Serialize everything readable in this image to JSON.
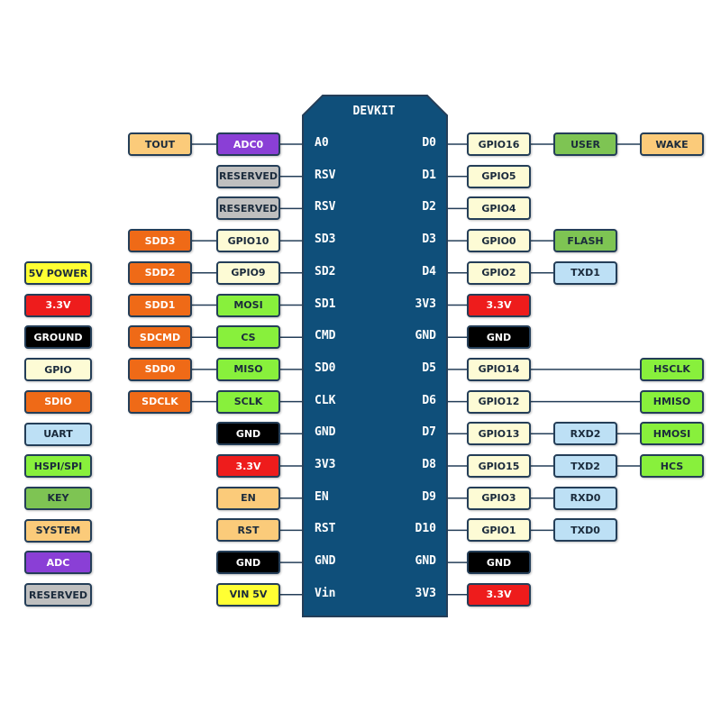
{
  "colors": {
    "power_5v": "#ffff33",
    "power_3v3": "#ee1c1c",
    "ground": "#000000",
    "gpio": "#fdfbd5",
    "sdio": "#ef6a17",
    "uart": "#bde0f5",
    "hspi": "#88f03c",
    "key": "#7ec453",
    "system": "#fbcb7a",
    "adc": "#8a3fd6",
    "reserved": "#bfbfbf",
    "board": "#0f4f7a",
    "border": "#243e58"
  },
  "board": {
    "title": "DEVKIT"
  },
  "legend": [
    {
      "label": "5V POWER",
      "type": "power_5v"
    },
    {
      "label": "3.3V",
      "type": "power_3v3"
    },
    {
      "label": "GROUND",
      "type": "ground"
    },
    {
      "label": "GPIO",
      "type": "gpio"
    },
    {
      "label": "SDIO",
      "type": "sdio"
    },
    {
      "label": "UART",
      "type": "uart"
    },
    {
      "label": "HSPI/SPI",
      "type": "hspi"
    },
    {
      "label": "KEY",
      "type": "key"
    },
    {
      "label": "SYSTEM",
      "type": "system"
    },
    {
      "label": "ADC",
      "type": "adc"
    },
    {
      "label": "RESERVED",
      "type": "reserved"
    }
  ],
  "left_pins": [
    {
      "pin": "A0",
      "labels": [
        {
          "text": "TOUT",
          "type": "system"
        },
        {
          "text": "ADC0",
          "type": "adc"
        }
      ]
    },
    {
      "pin": "RSV",
      "labels": [
        {
          "text": "RESERVED",
          "type": "reserved"
        }
      ]
    },
    {
      "pin": "RSV",
      "labels": [
        {
          "text": "RESERVED",
          "type": "reserved"
        }
      ]
    },
    {
      "pin": "SD3",
      "labels": [
        {
          "text": "SDD3",
          "type": "sdio"
        },
        {
          "text": "GPIO10",
          "type": "gpio"
        }
      ]
    },
    {
      "pin": "SD2",
      "labels": [
        {
          "text": "SDD2",
          "type": "sdio"
        },
        {
          "text": "GPIO9",
          "type": "gpio"
        }
      ]
    },
    {
      "pin": "SD1",
      "labels": [
        {
          "text": "SDD1",
          "type": "sdio"
        },
        {
          "text": "MOSI",
          "type": "hspi"
        }
      ]
    },
    {
      "pin": "CMD",
      "labels": [
        {
          "text": "SDCMD",
          "type": "sdio"
        },
        {
          "text": "CS",
          "type": "hspi"
        }
      ]
    },
    {
      "pin": "SD0",
      "labels": [
        {
          "text": "SDD0",
          "type": "sdio"
        },
        {
          "text": "MISO",
          "type": "hspi"
        }
      ]
    },
    {
      "pin": "CLK",
      "labels": [
        {
          "text": "SDCLK",
          "type": "sdio"
        },
        {
          "text": "SCLK",
          "type": "hspi"
        }
      ]
    },
    {
      "pin": "GND",
      "labels": [
        {
          "text": "GND",
          "type": "ground"
        }
      ]
    },
    {
      "pin": "3V3",
      "labels": [
        {
          "text": "3.3V",
          "type": "power_3v3"
        }
      ]
    },
    {
      "pin": "EN",
      "labels": [
        {
          "text": "EN",
          "type": "system"
        }
      ]
    },
    {
      "pin": "RST",
      "labels": [
        {
          "text": "RST",
          "type": "system"
        }
      ]
    },
    {
      "pin": "GND",
      "labels": [
        {
          "text": "GND",
          "type": "ground"
        }
      ]
    },
    {
      "pin": "Vin",
      "labels": [
        {
          "text": "VIN 5V",
          "type": "power_5v"
        }
      ]
    }
  ],
  "right_pins": [
    {
      "pin": "D0",
      "labels": [
        {
          "text": "GPIO16",
          "type": "gpio"
        },
        {
          "text": "USER",
          "type": "key"
        },
        {
          "text": "WAKE",
          "type": "system"
        }
      ]
    },
    {
      "pin": "D1",
      "labels": [
        {
          "text": "GPIO5",
          "type": "gpio"
        }
      ]
    },
    {
      "pin": "D2",
      "labels": [
        {
          "text": "GPIO4",
          "type": "gpio"
        }
      ]
    },
    {
      "pin": "D3",
      "labels": [
        {
          "text": "GPIO0",
          "type": "gpio"
        },
        {
          "text": "FLASH",
          "type": "key"
        }
      ]
    },
    {
      "pin": "D4",
      "labels": [
        {
          "text": "GPIO2",
          "type": "gpio"
        },
        {
          "text": "TXD1",
          "type": "uart"
        }
      ]
    },
    {
      "pin": "3V3",
      "labels": [
        {
          "text": "3.3V",
          "type": "power_3v3"
        }
      ]
    },
    {
      "pin": "GND",
      "labels": [
        {
          "text": "GND",
          "type": "ground"
        }
      ]
    },
    {
      "pin": "D5",
      "labels": [
        {
          "text": "GPIO14",
          "type": "gpio"
        },
        {
          "text": "HSCLK",
          "type": "hspi",
          "far": true
        }
      ]
    },
    {
      "pin": "D6",
      "labels": [
        {
          "text": "GPIO12",
          "type": "gpio"
        },
        {
          "text": "HMISO",
          "type": "hspi",
          "far": true
        }
      ]
    },
    {
      "pin": "D7",
      "labels": [
        {
          "text": "GPIO13",
          "type": "gpio"
        },
        {
          "text": "RXD2",
          "type": "uart"
        },
        {
          "text": "HMOSI",
          "type": "hspi"
        }
      ]
    },
    {
      "pin": "D8",
      "labels": [
        {
          "text": "GPIO15",
          "type": "gpio"
        },
        {
          "text": "TXD2",
          "type": "uart"
        },
        {
          "text": "HCS",
          "type": "hspi"
        }
      ]
    },
    {
      "pin": "D9",
      "labels": [
        {
          "text": "GPIO3",
          "type": "gpio"
        },
        {
          "text": "RXD0",
          "type": "uart"
        }
      ]
    },
    {
      "pin": "D10",
      "labels": [
        {
          "text": "GPIO1",
          "type": "gpio"
        },
        {
          "text": "TXD0",
          "type": "uart"
        }
      ]
    },
    {
      "pin": "GND",
      "labels": [
        {
          "text": "GND",
          "type": "ground"
        }
      ]
    },
    {
      "pin": "3V3",
      "labels": [
        {
          "text": "3.3V",
          "type": "power_3v3"
        }
      ]
    }
  ]
}
